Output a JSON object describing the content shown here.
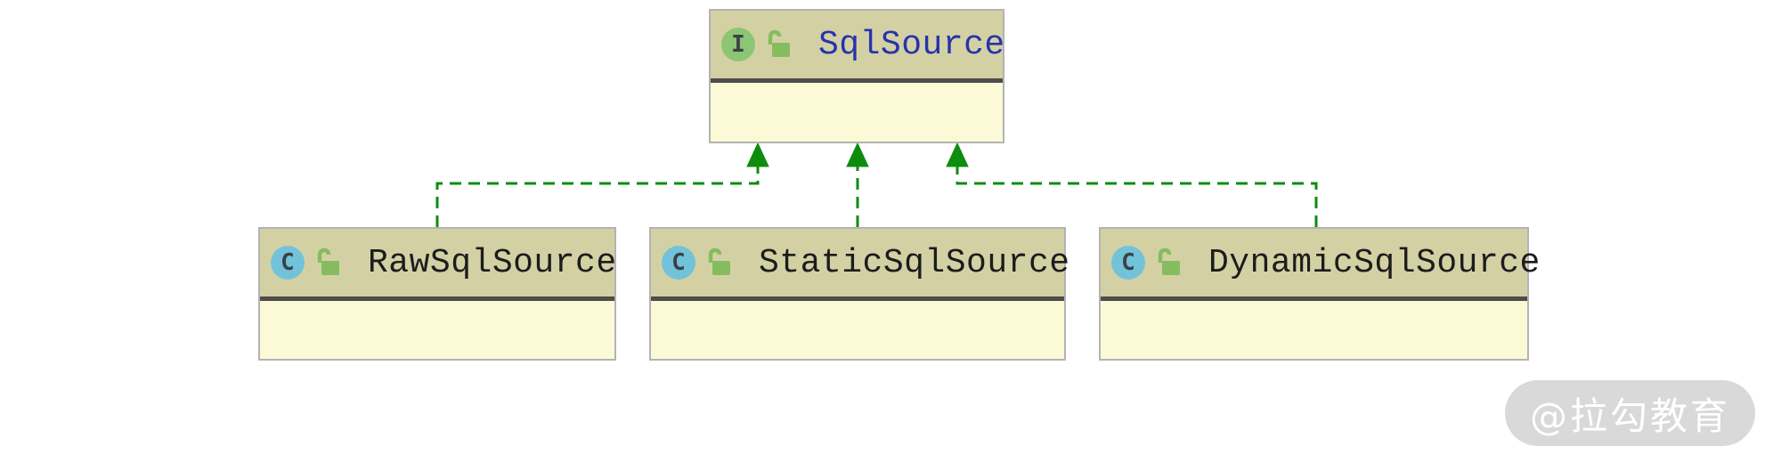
{
  "diagram": {
    "type": "uml-class-diagram",
    "nodes": [
      {
        "id": "sqlsource",
        "kind": "interface",
        "label": "SqlSource",
        "icon_letter": "I",
        "icon": "interface-icon",
        "visibility_icon": "unlock-icon"
      },
      {
        "id": "rawsqlsource",
        "kind": "class",
        "label": "RawSqlSource",
        "icon_letter": "C",
        "icon": "class-icon",
        "visibility_icon": "unlock-icon"
      },
      {
        "id": "staticsqlsource",
        "kind": "class",
        "label": "StaticSqlSource",
        "icon_letter": "C",
        "icon": "class-icon",
        "visibility_icon": "unlock-icon"
      },
      {
        "id": "dynamicsqlsource",
        "kind": "class",
        "label": "DynamicSqlSource",
        "icon_letter": "C",
        "icon": "class-icon",
        "visibility_icon": "unlock-icon"
      }
    ],
    "edges": [
      {
        "from": "RawSqlSource",
        "to": "SqlSource",
        "type": "implements",
        "style": "dashed-green-hollowless-triangle"
      },
      {
        "from": "StaticSqlSource",
        "to": "SqlSource",
        "type": "implements",
        "style": "dashed-green-hollowless-triangle"
      },
      {
        "from": "DynamicSqlSource",
        "to": "SqlSource",
        "type": "implements",
        "style": "dashed-green-hollowless-triangle"
      }
    ],
    "colors": {
      "node_header_fill": "#d3d1a4",
      "node_body_fill": "#fcf9d6",
      "node_border": "#b3b3b3",
      "node_separator": "#4d4d4d",
      "interface_icon_fill": "#8cc573",
      "class_icon_fill": "#72c3da",
      "icon_letter_color": "#3c4146",
      "unlock_icon_fill": "#85bd5e",
      "interface_label_color": "#2733ac",
      "class_label_color": "#1c1c1c",
      "edge_color": "#0d8c0d",
      "watermark_bg": "#d9d9d9",
      "watermark_text_color": "#ffffff"
    }
  },
  "watermark": {
    "text": "@拉勾教育"
  }
}
